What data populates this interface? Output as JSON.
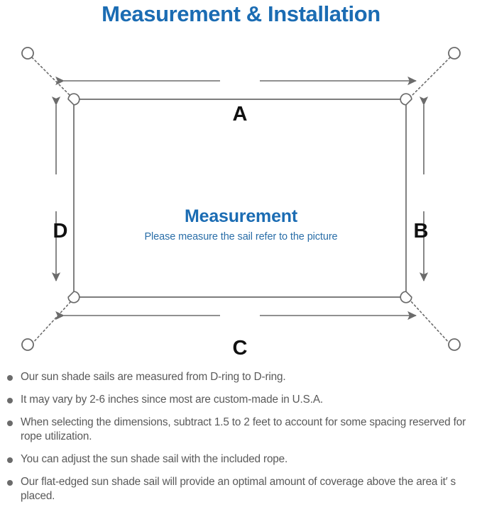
{
  "title": "Measurement & Installation",
  "colors": {
    "title_blue": "#1b6cb3",
    "heading_blue": "#1b6cb3",
    "subtext_blue": "#2a6ea8",
    "line_gray": "#6b6b6b",
    "note_gray": "#595959",
    "label_black": "#111111"
  },
  "diagram": {
    "center_heading": "Measurement",
    "center_subtext": "Please measure the sail refer to the picture",
    "dimension_labels": {
      "top": "A",
      "right": "B",
      "bottom": "C",
      "left": "D"
    },
    "anchors": [
      "top-left-anchor-ring",
      "top-right-anchor-ring",
      "bottom-left-anchor-ring",
      "bottom-right-anchor-ring"
    ],
    "d_rings": [
      "top-left-d-ring",
      "top-right-d-ring",
      "bottom-left-d-ring",
      "bottom-right-d-ring"
    ]
  },
  "notes": [
    "Our sun shade sails are measured from D-ring to D-ring.",
    "It may vary by 2-6 inches since most are custom-made in U.S.A.",
    "When selecting the dimensions, subtract 1.5 to 2 feet to account for some spacing reserved for rope utilization.",
    "You can adjust the sun shade sail with the included rope.",
    "Our flat-edged sun shade sail will provide an optimal amount of coverage above the area it′ s placed."
  ]
}
